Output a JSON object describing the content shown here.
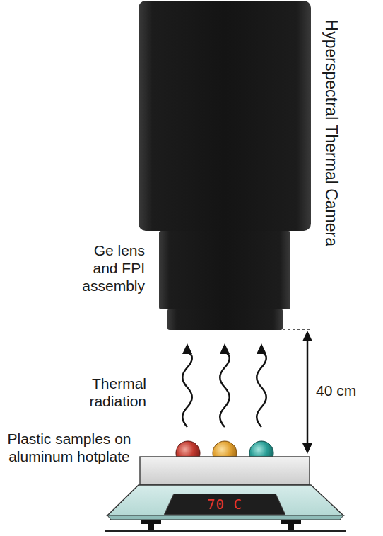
{
  "diagram": {
    "nodes": [
      {
        "text": [
          "70 C"
        ]
      }
    ],
    "labels": [
      "Hyperspectral Thermal Camera",
      "Ge lens and FPI assembly",
      "Thermal radiation",
      "40 cm",
      "Plastic samples on aluminum hotplate"
    ]
  }
}
